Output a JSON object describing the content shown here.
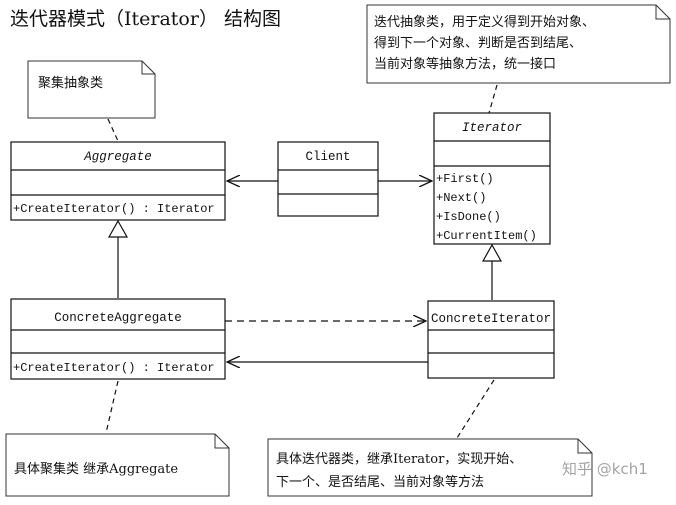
{
  "title": "迭代器模式（Iterator） 结构图",
  "notes": {
    "aggregate": "聚集抽象类",
    "iterator": [
      "迭代抽象类，用于定义得到开始对象、",
      "得到下一个对象、判断是否到结尾、",
      "当前对象等抽象方法，统一接口"
    ],
    "concrete_aggregate": "具体聚集类 继承Aggregate",
    "concrete_iterator": [
      "具体迭代器类，继承Iterator，实现开始、",
      "下一个、是否结尾、当前对象等方法"
    ]
  },
  "classes": {
    "aggregate": {
      "name": "Aggregate",
      "methods": [
        "+CreateIterator() : Iterator"
      ]
    },
    "client": {
      "name": "Client"
    },
    "iterator": {
      "name": "Iterator",
      "methods": [
        "+First()",
        "+Next()",
        "+IsDone()",
        "+CurrentItem()"
      ]
    },
    "concrete_aggregate": {
      "name": "ConcreteAggregate",
      "methods": [
        "+CreateIterator() : Iterator"
      ]
    },
    "concrete_iterator": {
      "name": "ConcreteIterator"
    }
  },
  "watermark": "知乎 @kch1"
}
